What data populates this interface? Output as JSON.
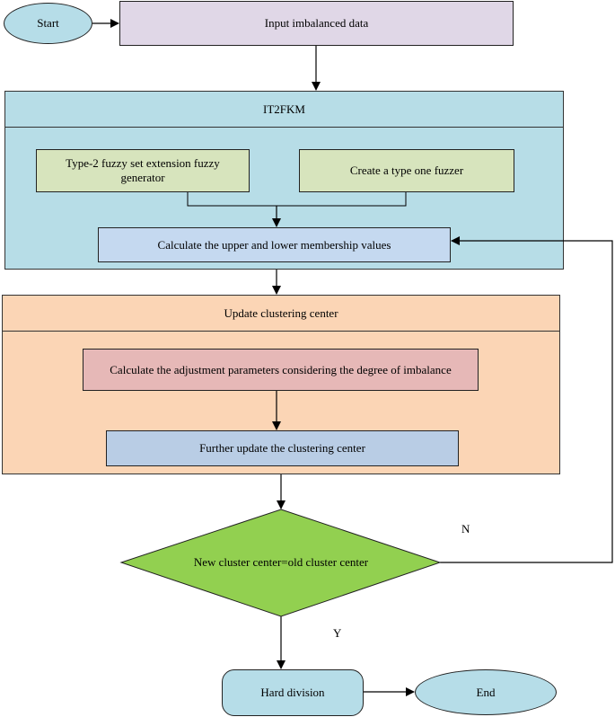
{
  "nodes": {
    "start": "Start",
    "input": "Input imbalanced data",
    "type2": "Type-2 fuzzy set extension fuzzy generator",
    "type1": "Create a type one fuzzer",
    "membership": "Calculate the upper and lower membership values",
    "adjust": "Calculate the adjustment parameters considering the degree of imbalance",
    "further": "Further update the clustering center",
    "decision": "New cluster center=old cluster center",
    "hard": "Hard division",
    "end": "End"
  },
  "groups": {
    "it2fkm": "IT2FKM",
    "update": "Update clustering center"
  },
  "edge_labels": {
    "no": "N",
    "yes": "Y"
  },
  "colors": {
    "terminal_fill": "#b6dde8",
    "input_fill": "#e0d7e7",
    "it2fkm_fill": "#b7dde7",
    "green_box_fill": "#d7e4bd",
    "membership_fill": "#c5d9f0",
    "update_fill": "#fbd5b5",
    "adjust_fill": "#e6b8b7",
    "further_fill": "#b9cde5",
    "decision_fill": "#92d050"
  }
}
